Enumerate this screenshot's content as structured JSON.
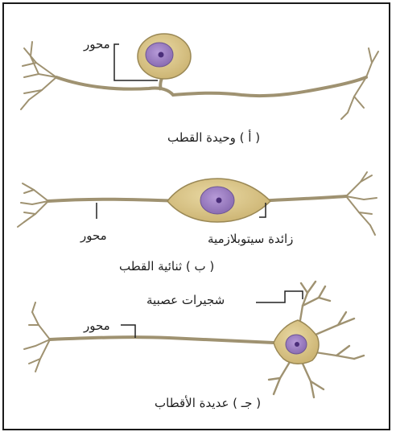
{
  "colors": {
    "process": "#9f9271",
    "process_fill": "#c9bd97",
    "soma": "#d8c48b",
    "soma_edge": "#9a8855",
    "nucleus": "#9a7fbf",
    "nucleolus": "#4b2e7a",
    "leader": "#222222",
    "border": "#1a1a1a"
  },
  "panels": [
    {
      "type": "unipolar",
      "caption": "( أ ) وحيدة القطب",
      "labels": {
        "axon": "محور"
      }
    },
    {
      "type": "bipolar",
      "caption": "( ب ) ثنائية القطب",
      "labels": {
        "axon": "محور",
        "cytoplasmic_process": "زائدة سيتوبلازمية"
      }
    },
    {
      "type": "multipolar",
      "caption": "( جـ ) عديدة الأقطاب",
      "labels": {
        "axon": "محور",
        "dendrites": "شجيرات عصبية"
      }
    }
  ]
}
